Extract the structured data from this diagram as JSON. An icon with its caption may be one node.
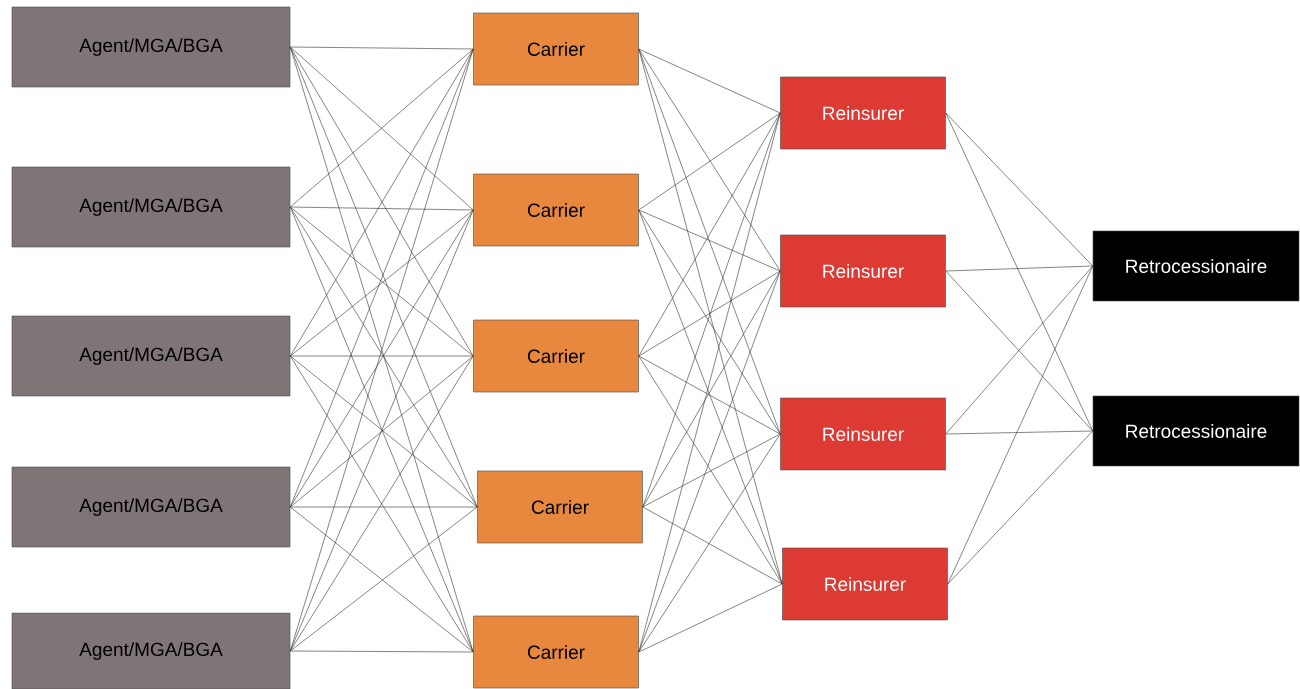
{
  "diagram": {
    "nodes": [
      {
        "text": [
          "Agent/MGA/BGA"
        ]
      },
      {
        "text": [
          "Agent/MGA/BGA"
        ]
      },
      {
        "text": [
          "Agent/MGA/BGA"
        ]
      },
      {
        "text": [
          "Agent/MGA/BGA"
        ]
      },
      {
        "text": [
          "Agent/MGA/BGA"
        ]
      },
      {
        "text": [
          "Carrier"
        ]
      },
      {
        "text": [
          "Carrier"
        ]
      },
      {
        "text": [
          "Carrier"
        ]
      },
      {
        "text": [
          "Carrier"
        ]
      },
      {
        "text": [
          "Carrier"
        ]
      },
      {
        "text": [
          "Reinsurer"
        ]
      },
      {
        "text": [
          "Reinsurer"
        ]
      },
      {
        "text": [
          "Reinsurer"
        ]
      },
      {
        "text": [
          "Reinsurer"
        ]
      },
      {
        "text": [
          "Retrocessionaire"
        ]
      },
      {
        "text": [
          "Retrocessionaire"
        ]
      }
    ],
    "edges": [
      {
        "from": 0,
        "to": 5,
        "arrow": "none"
      },
      {
        "from": 0,
        "to": 6,
        "arrow": "none"
      },
      {
        "from": 0,
        "to": 7,
        "arrow": "none"
      },
      {
        "from": 0,
        "to": 8,
        "arrow": "none"
      },
      {
        "from": 0,
        "to": 9,
        "arrow": "none"
      },
      {
        "from": 1,
        "to": 5,
        "arrow": "none"
      },
      {
        "from": 1,
        "to": 6,
        "arrow": "none"
      },
      {
        "from": 1,
        "to": 7,
        "arrow": "none"
      },
      {
        "from": 1,
        "to": 8,
        "arrow": "none"
      },
      {
        "from": 1,
        "to": 9,
        "arrow": "none"
      },
      {
        "from": 2,
        "to": 5,
        "arrow": "none"
      },
      {
        "from": 2,
        "to": 6,
        "arrow": "none"
      },
      {
        "from": 2,
        "to": 7,
        "arrow": "none"
      },
      {
        "from": 2,
        "to": 8,
        "arrow": "none"
      },
      {
        "from": 2,
        "to": 9,
        "arrow": "none"
      },
      {
        "from": 3,
        "to": 5,
        "arrow": "none"
      },
      {
        "from": 3,
        "to": 6,
        "arrow": "none"
      },
      {
        "from": 3,
        "to": 7,
        "arrow": "none"
      },
      {
        "from": 3,
        "to": 8,
        "arrow": "none"
      },
      {
        "from": 3,
        "to": 9,
        "arrow": "none"
      },
      {
        "from": 4,
        "to": 5,
        "arrow": "none"
      },
      {
        "from": 4,
        "to": 6,
        "arrow": "none"
      },
      {
        "from": 4,
        "to": 7,
        "arrow": "none"
      },
      {
        "from": 4,
        "to": 8,
        "arrow": "none"
      },
      {
        "from": 4,
        "to": 9,
        "arrow": "none"
      },
      {
        "from": 5,
        "to": 10,
        "arrow": "none"
      },
      {
        "from": 5,
        "to": 11,
        "arrow": "none"
      },
      {
        "from": 5,
        "to": 12,
        "arrow": "none"
      },
      {
        "from": 5,
        "to": 13,
        "arrow": "none"
      },
      {
        "from": 6,
        "to": 10,
        "arrow": "none"
      },
      {
        "from": 6,
        "to": 11,
        "arrow": "none"
      },
      {
        "from": 6,
        "to": 12,
        "arrow": "none"
      },
      {
        "from": 6,
        "to": 13,
        "arrow": "none"
      },
      {
        "from": 7,
        "to": 10,
        "arrow": "none"
      },
      {
        "from": 7,
        "to": 11,
        "arrow": "none"
      },
      {
        "from": 7,
        "to": 12,
        "arrow": "none"
      },
      {
        "from": 7,
        "to": 13,
        "arrow": "none"
      },
      {
        "from": 8,
        "to": 10,
        "arrow": "none"
      },
      {
        "from": 8,
        "to": 11,
        "arrow": "none"
      },
      {
        "from": 8,
        "to": 12,
        "arrow": "none"
      },
      {
        "from": 8,
        "to": 13,
        "arrow": "none"
      },
      {
        "from": 9,
        "to": 10,
        "arrow": "none"
      },
      {
        "from": 9,
        "to": 11,
        "arrow": "none"
      },
      {
        "from": 9,
        "to": 12,
        "arrow": "none"
      },
      {
        "from": 9,
        "to": 13,
        "arrow": "none"
      },
      {
        "from": 10,
        "to": 14,
        "arrow": "none"
      },
      {
        "from": 10,
        "to": 15,
        "arrow": "none"
      },
      {
        "from": 11,
        "to": 14,
        "arrow": "none"
      },
      {
        "from": 11,
        "to": 15,
        "arrow": "none"
      },
      {
        "from": 12,
        "to": 14,
        "arrow": "none"
      },
      {
        "from": 12,
        "to": 15,
        "arrow": "none"
      },
      {
        "from": 13,
        "to": 14,
        "arrow": "none"
      },
      {
        "from": 13,
        "to": 15,
        "arrow": "none"
      }
    ]
  }
}
